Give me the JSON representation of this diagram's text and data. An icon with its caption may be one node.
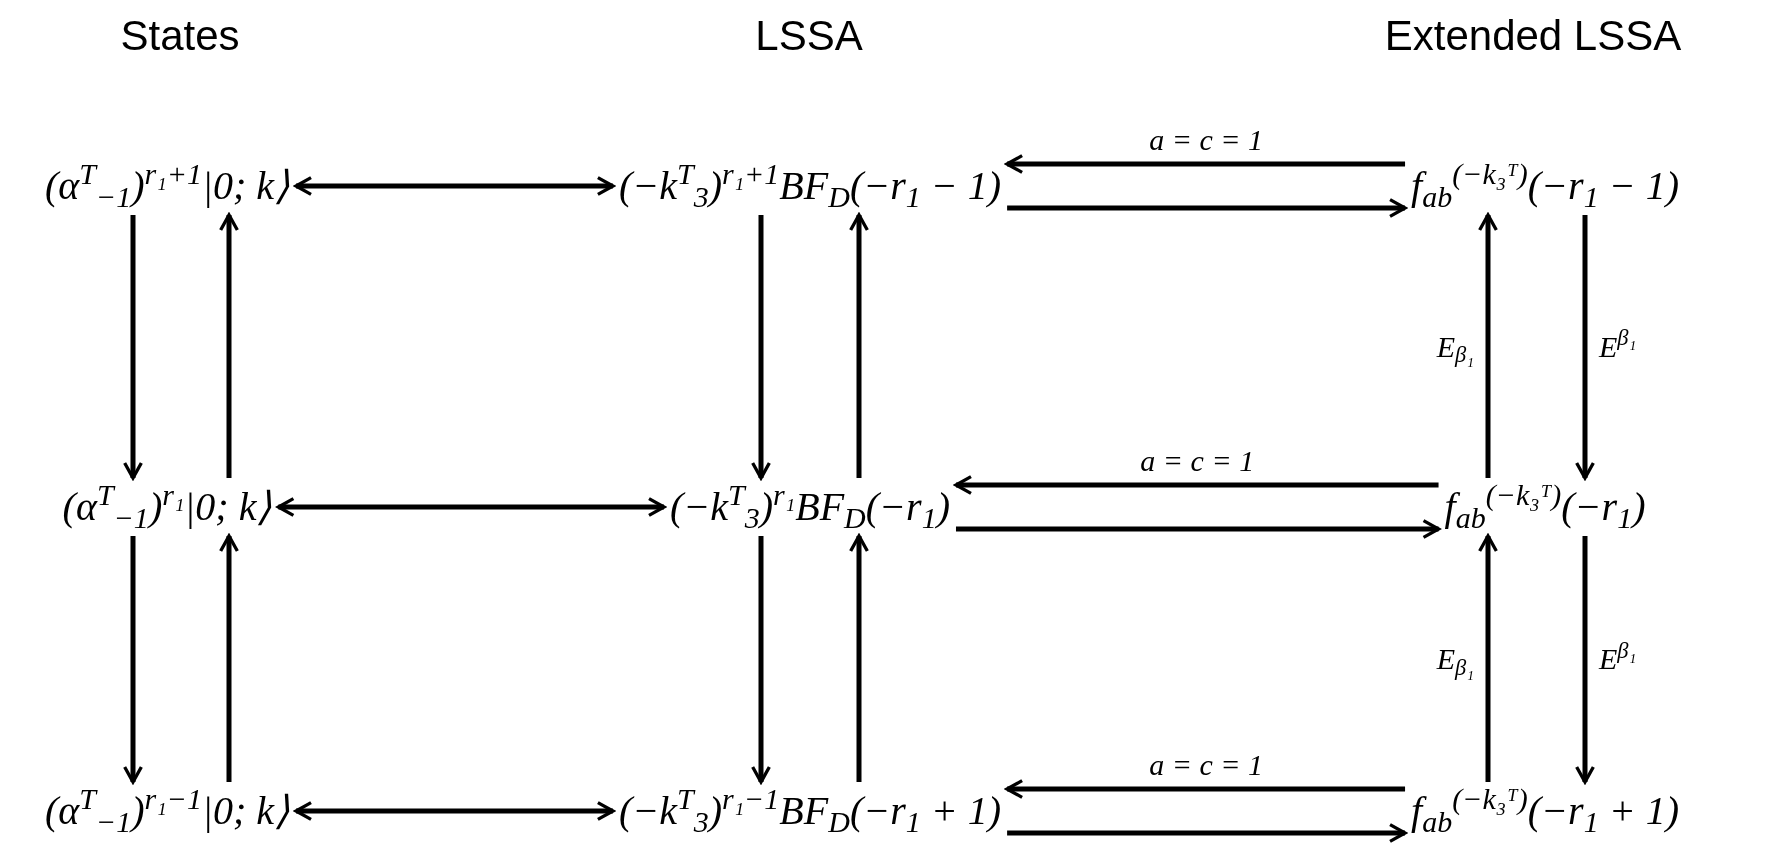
{
  "diagram": {
    "nodes": [
      {
        "text": [
          "(α$^{T}$$_{−1}$)$^{r₁+1}$|0; k⟩"
        ]
      },
      {
        "text": [
          "(−k$^{T}$$_{3}$)$^{r₁+1}$BF$_{D}$(−r$_{1}$ − 1)"
        ]
      },
      {
        "text": [
          "f$_{ab}$$^{(−k₃ᵀ)}$(−r$_{1}$ − 1)"
        ]
      },
      {
        "text": [
          "(α$^{T}$$_{−1}$)$^{r₁}$|0; k⟩"
        ]
      },
      {
        "text": [
          "(−k$^{T}$$_{3}$)$^{r₁}$BF$_{D}$(−r$_{1}$)"
        ]
      },
      {
        "text": [
          "f$_{ab}$$^{(−k₃ᵀ)}$(−r$_{1}$)"
        ]
      },
      {
        "text": [
          "(α$^{T}$$_{−1}$)$^{r₁−1}$|0; k⟩"
        ]
      },
      {
        "text": [
          "(−k$^{T}$$_{3}$)$^{r₁−1}$BF$_{D}$(−r$_{1}$ + 1)"
        ]
      },
      {
        "text": [
          "f$_{ab}$$^{(−k₃ᵀ)}$(−r$_{1}$ + 1)"
        ]
      }
    ],
    "edges": [
      {
        "from": 0,
        "to": 1,
        "arrow": "both"
      },
      {
        "from": 2,
        "to": 1,
        "arrow": "to",
        "label": "a = c = 1"
      },
      {
        "from": 1,
        "to": 2,
        "arrow": "to"
      },
      {
        "from": 3,
        "to": 4,
        "arrow": "both"
      },
      {
        "from": 5,
        "to": 4,
        "arrow": "to",
        "label": "a = c = 1"
      },
      {
        "from": 4,
        "to": 5,
        "arrow": "to"
      },
      {
        "from": 6,
        "to": 7,
        "arrow": "both"
      },
      {
        "from": 8,
        "to": 7,
        "arrow": "to",
        "label": "a = c = 1"
      },
      {
        "from": 7,
        "to": 8,
        "arrow": "to"
      },
      {
        "from": 0,
        "to": 3,
        "arrow": "to"
      },
      {
        "from": 3,
        "to": 0,
        "arrow": "to"
      },
      {
        "from": 3,
        "to": 6,
        "arrow": "to"
      },
      {
        "from": 6,
        "to": 3,
        "arrow": "to"
      },
      {
        "from": 1,
        "to": 4,
        "arrow": "to"
      },
      {
        "from": 4,
        "to": 1,
        "arrow": "to"
      },
      {
        "from": 4,
        "to": 7,
        "arrow": "to"
      },
      {
        "from": 7,
        "to": 4,
        "arrow": "to"
      },
      {
        "from": 5,
        "to": 2,
        "arrow": "to",
        "label": "E$_{β₁}$"
      },
      {
        "from": 2,
        "to": 5,
        "arrow": "to",
        "label": "E$^{β₁}$"
      },
      {
        "from": 8,
        "to": 5,
        "arrow": "to",
        "label": "E$_{β₁}$"
      },
      {
        "from": 5,
        "to": 8,
        "arrow": "to",
        "label": "E$^{β₁}$"
      }
    ],
    "labels": [
      "States",
      "LSSA",
      "Extended LSSA"
    ]
  }
}
